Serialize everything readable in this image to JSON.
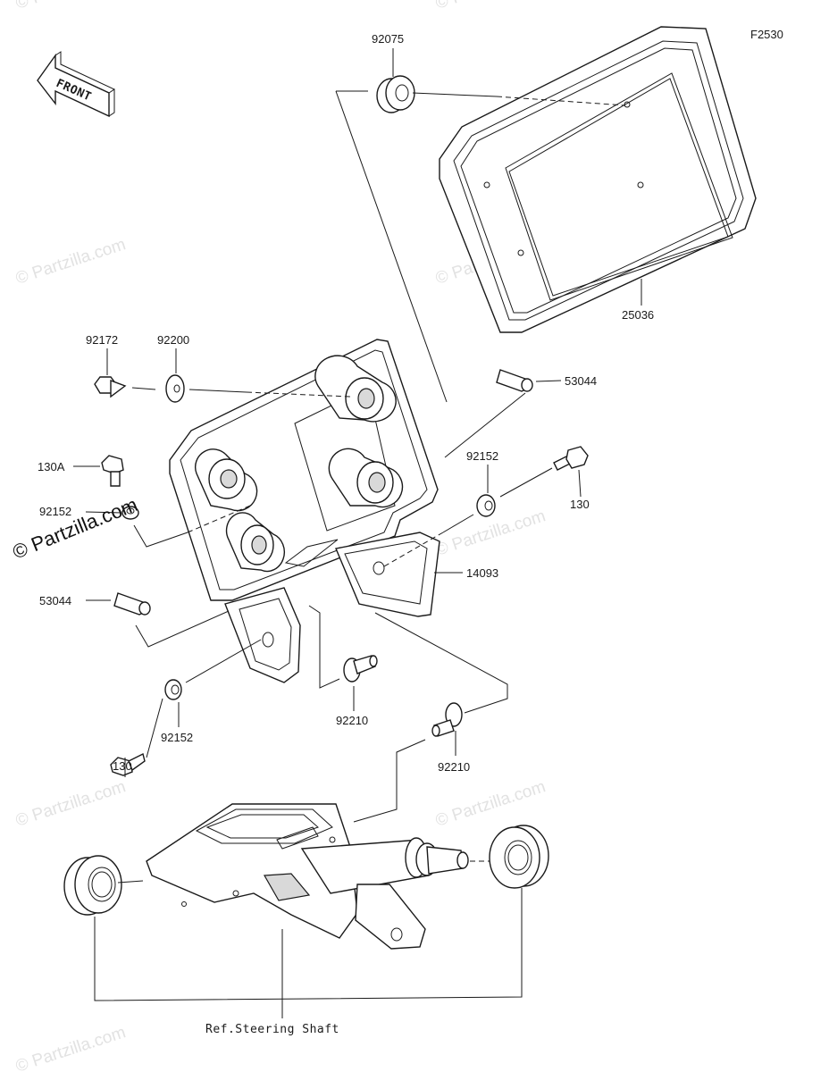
{
  "diagram_code": "F2530",
  "direction_label": "FRONT",
  "watermarks": [
    "© Partzilla.com",
    "© Partzilla.com",
    "© Partzilla.com",
    "© Partzilla.com",
    "© Partzilla.com",
    "© Partzilla.com",
    "© Partzilla.com",
    "© Partzilla.com"
  ],
  "watermark_prominent": "© Partzilla.com",
  "parts": {
    "p92075": "92075",
    "p25036": "25036",
    "p92172": "92172",
    "p92200": "92200",
    "p53044_right": "53044",
    "p130A": "130A",
    "p92152_left": "92152",
    "p92152_right": "92152",
    "p130_right": "130",
    "p53044_left": "53044",
    "p14093": "14093",
    "p92210_mid": "92210",
    "p92210_right": "92210",
    "p130_left": "130",
    "p92152_bottom": "92152"
  },
  "reference_label": "Ref.Steering Shaft"
}
